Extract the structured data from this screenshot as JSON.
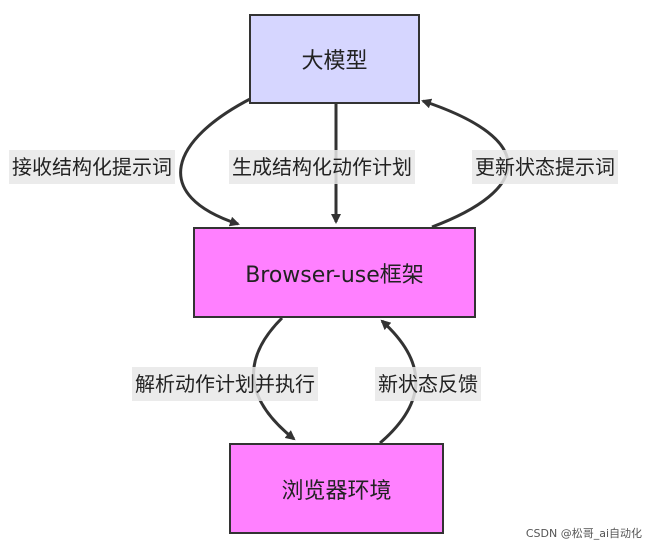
{
  "nodes": {
    "llm": "大模型",
    "framework": "Browser-use框架",
    "browser": "浏览器环境"
  },
  "edges": {
    "receive_prompt": "接收结构化提示词",
    "generate_plan": "生成结构化动作计划",
    "update_prompt": "更新状态提示词",
    "parse_execute": "解析动作计划并执行",
    "state_feedback": "新状态反馈"
  },
  "colors": {
    "llm_fill": "#d6d6ff",
    "framework_fill": "#ff80ff",
    "browser_fill": "#ff80ff",
    "stroke": "#333333"
  },
  "watermark": "CSDN @松哥_ai自动化"
}
